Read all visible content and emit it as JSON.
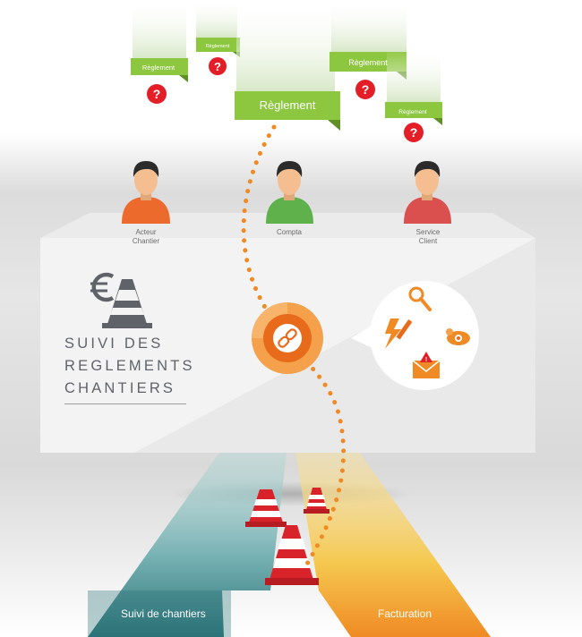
{
  "flags": {
    "big": "Règlement",
    "left": "Règlement",
    "top": "Règlement",
    "upper_right": "Règlement",
    "right": "Règlement"
  },
  "question_mark": "?",
  "roles": {
    "left": [
      "Acteur",
      "Chantier"
    ],
    "center": [
      "Compta"
    ],
    "right": [
      "Service",
      "Client"
    ]
  },
  "title_lines": [
    "SUIVI DES",
    "REGLEMENTS",
    "CHANTIERS"
  ],
  "bands": {
    "left": "Suivi de chantiers",
    "right": "Facturation"
  },
  "icons": [
    "euro-icon",
    "traffic-cone-icon",
    "link-icon",
    "search-icon",
    "lightning-pencil-icon",
    "eye-icon",
    "alert-mail-icon"
  ],
  "colors": {
    "flag_green": "#8dc63f",
    "flag_dark": "#5f8f25",
    "question_red": "#e41e26",
    "orange": "#f08a24",
    "person_left": "#ec6a2c",
    "person_center": "#5fb24b",
    "person_right": "#d9504f",
    "band_teal": "#7fb8b9",
    "band_yellow": "#f4c64c"
  }
}
